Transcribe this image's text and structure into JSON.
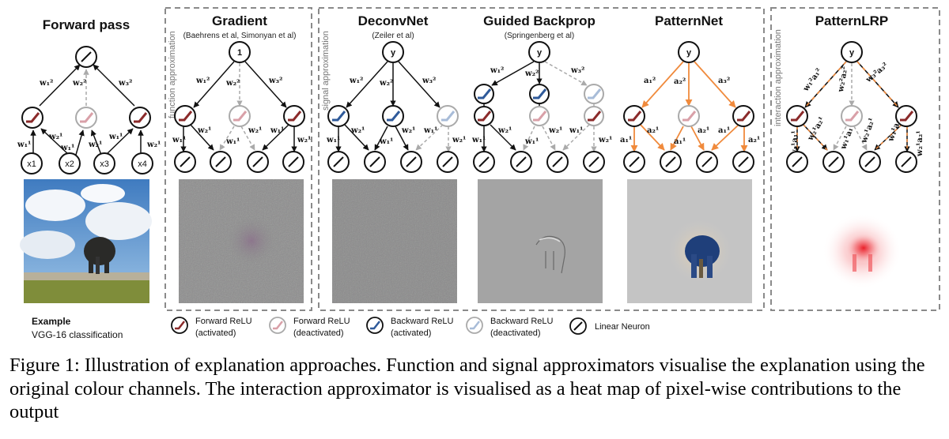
{
  "columns": {
    "forward": {
      "title": "Forward pass"
    },
    "gradient": {
      "title": "Gradient",
      "subtitle": "(Baehrens et al, Simonyan et al)",
      "root": "1"
    },
    "deconvnet": {
      "title": "DeconvNet",
      "subtitle": "(Zeiler et al)",
      "root": "y"
    },
    "guided": {
      "title": "Guided Backprop",
      "subtitle": "(Springenberg et al)",
      "root": "y"
    },
    "patternnet": {
      "title": "PatternNet",
      "root": "y"
    },
    "patternlrp": {
      "title": "PatternLRP",
      "root": "y"
    }
  },
  "panels": {
    "function": "function approximation",
    "signal": "signal approximation",
    "interaction": "interaction approximation"
  },
  "inputs": [
    "x1",
    "x2",
    "x3",
    "x4"
  ],
  "example": {
    "title": "Example",
    "subtitle": "VGG-16 classification"
  },
  "legend": {
    "fwd_active_1": "Forward ReLU",
    "fwd_active_2": "(activated)",
    "fwd_deact_1": "Forward ReLU",
    "fwd_deact_2": "(deactivated)",
    "bwd_active_1": "Backward ReLU",
    "bwd_active_2": "(activated)",
    "bwd_deact_1": "Backward ReLU",
    "bwd_deact_2": "(deactivated)",
    "linear": "Linear Neuron"
  },
  "colors": {
    "forward_active": "#8b2a2a",
    "forward_deactivated": "#d9a0a8",
    "backward_active": "#2f5a9a",
    "backward_deactivated": "#a8bcd8",
    "pattern": "#f08a3c",
    "heatmap": "#e8101a",
    "panel_border": "#8a8a8a"
  },
  "caption": "Figure 1: Illustration of explanation approaches. Function and signal approximators visualise the explanation using the original colour channels. The interaction approximator is visualised as a heat map of pixel-wise contributions to the output"
}
